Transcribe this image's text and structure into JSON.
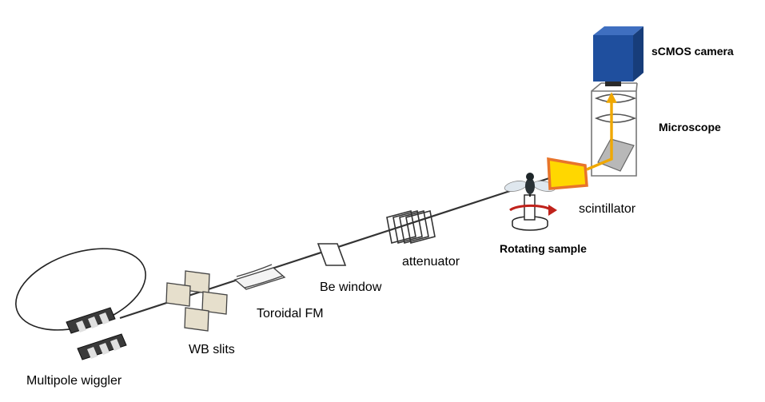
{
  "labels": {
    "wiggler": "Multipole wiggler",
    "wb_slits": "WB slits",
    "toroidal_fm": "Toroidal FM",
    "be_window": "Be window",
    "attenuator": "attenuator",
    "rotating_sample": "Rotating sample",
    "scintillator": "scintillator",
    "microscope": "Microscope",
    "camera": "sCMOS camera"
  },
  "colors": {
    "camera": "#1f4f9e",
    "scintillator_frame": "#e8742a",
    "scintillator_fill": "#ffd700",
    "light_path": "#f0a800",
    "rotation_arrow": "#c0221b",
    "slit_fill": "#e6dfcc",
    "beam": "#333333"
  }
}
